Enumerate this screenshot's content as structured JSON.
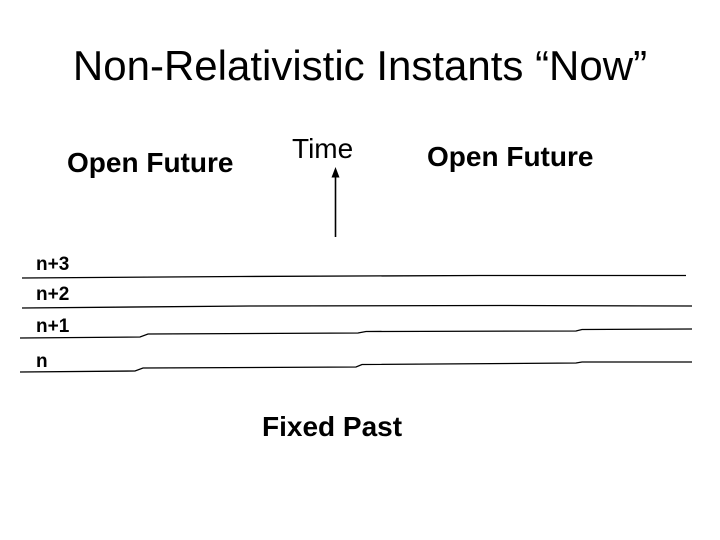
{
  "slide": {
    "title": "Non-Relativistic Instants “Now”",
    "labels": {
      "open_future_left": "Open Future",
      "time": "Time",
      "open_future_right": "Open Future",
      "fixed_past": "Fixed Past"
    },
    "instants": [
      {
        "label": "n+3"
      },
      {
        "label": "n+2"
      },
      {
        "label": "n+1"
      },
      {
        "label": "n"
      }
    ],
    "icons": {
      "time_arrow": "up-arrow-icon"
    },
    "colors": {
      "background": "#ffffff",
      "text": "#000000",
      "line": "#000000"
    }
  }
}
